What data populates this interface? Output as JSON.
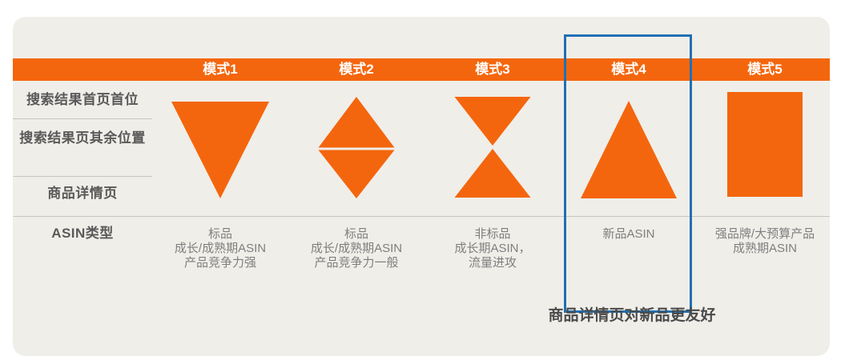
{
  "colors": {
    "accent_orange": "#F4660D",
    "highlight_blue": "#1F70B5",
    "card_background": "#F0EEE9",
    "row_label_text": "#595959",
    "body_text": "#7F7F7F",
    "callout_text": "#4A4A4A"
  },
  "row_labels": {
    "row1": "搜索结果首页首位",
    "row2": "搜索结果页其余位置",
    "row3": "商品详情页",
    "row4": "ASIN类型"
  },
  "modes": [
    {
      "name": "模式1",
      "shape": "inverted-triangle",
      "asin_line1": "标品",
      "asin_line2": "成长/成熟期ASIN",
      "asin_line3": "产品竞争力强"
    },
    {
      "name": "模式2",
      "shape": "diamond",
      "asin_line1": "标品",
      "asin_line2": "成长/成熟期ASIN",
      "asin_line3": "产品竞争力一般"
    },
    {
      "name": "模式3",
      "shape": "hourglass",
      "asin_line1": "非标品",
      "asin_line2": "成长期ASIN，",
      "asin_line3": "流量进攻"
    },
    {
      "name": "模式4",
      "shape": "triangle",
      "highlighted": true,
      "asin_line1": "新品ASIN"
    },
    {
      "name": "模式5",
      "shape": "rectangle",
      "asin_line1": "强品牌/大预算产品",
      "asin_line2": "成熟期ASIN"
    }
  ],
  "callout": "商品详情页对新品更友好"
}
